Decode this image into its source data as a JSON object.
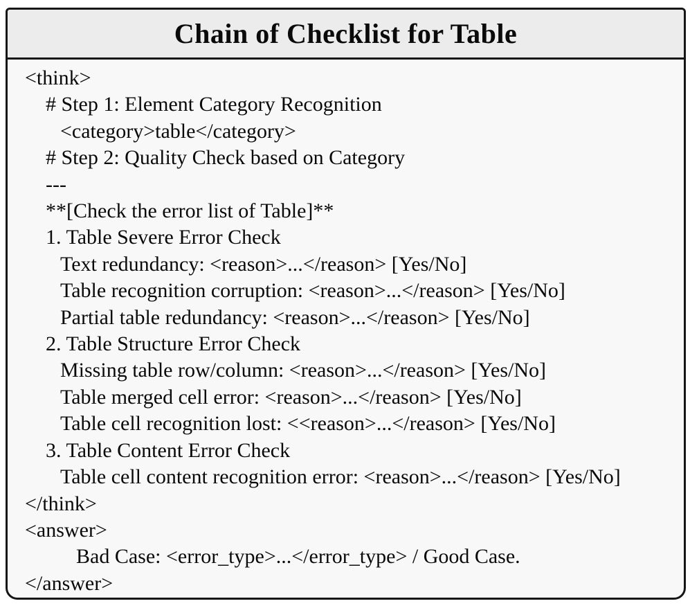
{
  "figure": {
    "title": "Chain of Checklist for Table"
  },
  "colors": {
    "header_bg": "#ececec",
    "body_bg": "#f8f8f8",
    "border": "#161616",
    "text": "#0a0a0a"
  },
  "checklist": {
    "lines": [
      {
        "indent": 0,
        "text": "<think>"
      },
      {
        "indent": 1,
        "text": "# Step 1: Element Category Recognition"
      },
      {
        "indent": 2,
        "text": "<category>table</category>"
      },
      {
        "indent": 1,
        "text": "# Step 2: Quality Check based on Category"
      },
      {
        "indent": 1,
        "text": "---"
      },
      {
        "indent": 1,
        "text": "**[Check the error list of Table]**"
      },
      {
        "indent": 1,
        "text": "1. Table Severe Error Check"
      },
      {
        "indent": 2,
        "text": "Text redundancy: <reason>...</reason> [Yes/No]"
      },
      {
        "indent": 2,
        "text": "Table recognition corruption: <reason>...</reason> [Yes/No]"
      },
      {
        "indent": 2,
        "text": "Partial table redundancy: <reason>...</reason> [Yes/No]"
      },
      {
        "indent": 1,
        "text": "2. Table Structure Error Check"
      },
      {
        "indent": 2,
        "text": "Missing table row/column: <reason>...</reason> [Yes/No]"
      },
      {
        "indent": 2,
        "text": "Table merged cell error: <reason>...</reason> [Yes/No]"
      },
      {
        "indent": 2,
        "text": "Table cell recognition lost: <<reason>...</reason> [Yes/No]"
      },
      {
        "indent": 1,
        "text": "3. Table Content Error Check"
      },
      {
        "indent": 2,
        "text": "Table cell content recognition error: <reason>...</reason> [Yes/No]"
      },
      {
        "indent": 0,
        "text": "</think>"
      },
      {
        "indent": 0,
        "text": "<answer>"
      },
      {
        "indent": 3,
        "text": "Bad Case: <error_type>...</error_type> / Good Case."
      },
      {
        "indent": 0,
        "text": "</answer>"
      }
    ]
  }
}
